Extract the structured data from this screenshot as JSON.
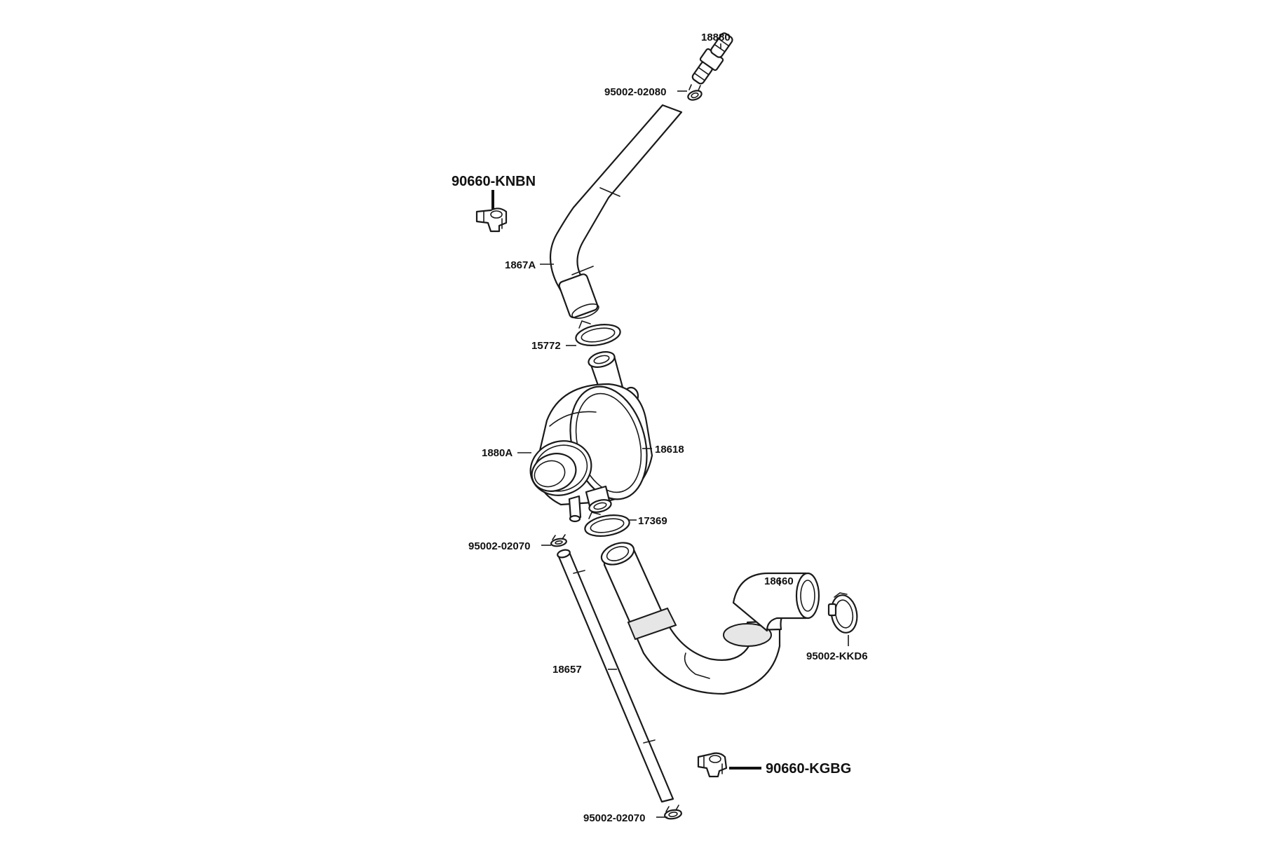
{
  "diagram": {
    "labels": {
      "p18880": "18880",
      "p95002_02080": "95002-02080",
      "p90660_KNBN": "90660-KNBN",
      "p1867A": "1867A",
      "p15772": "15772",
      "p1880A": "1880A",
      "p18618": "18618",
      "p17369": "17369",
      "p95002_02070_a": "95002-02070",
      "p18660": "18660",
      "p95002_KKD6": "95002-KKD6",
      "p18657": "18657",
      "p90660_KGBG": "90660-KGBG",
      "p95002_02070_b": "95002-02070"
    }
  }
}
